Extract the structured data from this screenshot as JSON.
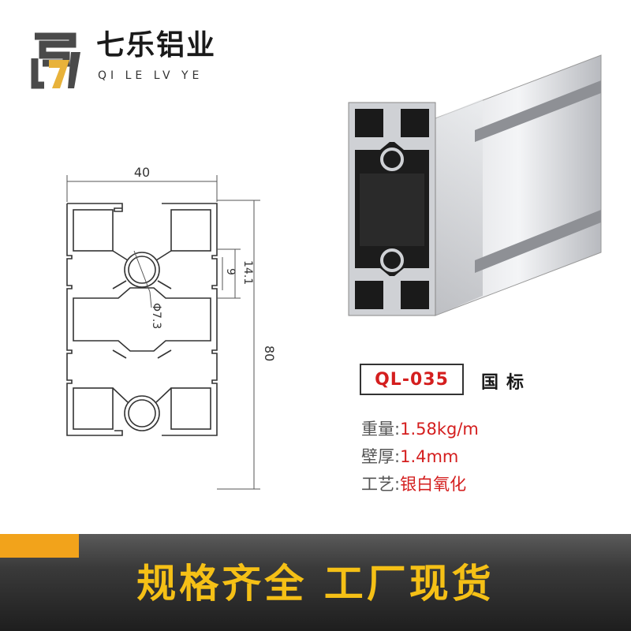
{
  "brand": {
    "name_cn": "七乐铝业",
    "name_en": "QI LE LV YE",
    "logo_icon": "s7-logo-icon"
  },
  "drawing": {
    "dim_width": "40",
    "dim_height": "80",
    "dim_slot_outer": "14.1",
    "dim_slot_inner": "9",
    "dim_hole": "Φ7.3"
  },
  "product": {
    "model": "QL-035",
    "standard": "国标",
    "specs": [
      {
        "label": "重量:",
        "value": "1.58kg/m"
      },
      {
        "label": "壁厚:",
        "value": "1.4mm"
      },
      {
        "label": "工艺:",
        "value": "银白氧化"
      }
    ]
  },
  "banner": {
    "text": "规格齐全  工厂现货",
    "accent_color": "#f2a31b",
    "text_color": "#f5c016"
  }
}
